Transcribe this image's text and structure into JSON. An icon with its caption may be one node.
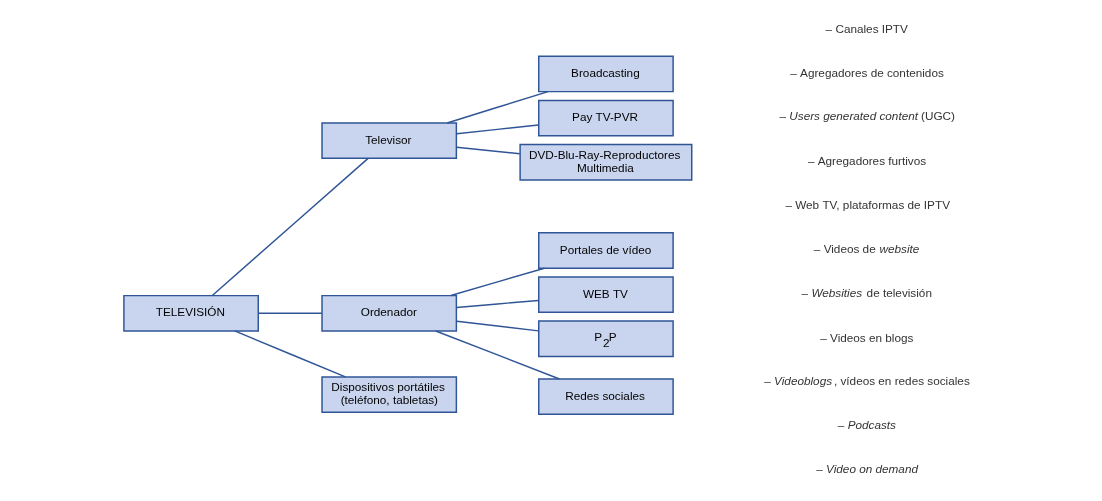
{
  "diagram": {
    "nodes": [
      {
        "text": [
          "TELEVISIÓN"
        ]
      },
      {
        "text": [
          "Televisor"
        ]
      },
      {
        "text": [
          "Broadcasting"
        ]
      },
      {
        "text": [
          "Pay TV-PVR"
        ]
      },
      {
        "text": [
          "DVD-Blu-Ray-Reproductores Multimedia"
        ]
      },
      {
        "text": [
          "Ordenador"
        ]
      },
      {
        "text": [
          "Portales de vídeo"
        ]
      },
      {
        "text": [
          "WEB TV"
        ]
      },
      {
        "text": [
          "P$_{2}$P"
        ]
      },
      {
        "text": [
          "Redes sociales"
        ]
      },
      {
        "text": [
          "Dispositivos portátiles (teléfono, tabletas)"
        ]
      }
    ],
    "edges": [
      {
        "from": 0,
        "to": 1,
        "arrow": "none"
      },
      {
        "from": 0,
        "to": 5,
        "arrow": "none"
      },
      {
        "from": 0,
        "to": 10,
        "arrow": "none"
      },
      {
        "from": 1,
        "to": 2,
        "arrow": "none"
      },
      {
        "from": 1,
        "to": 3,
        "arrow": "none"
      },
      {
        "from": 1,
        "to": 4,
        "arrow": "none"
      },
      {
        "from": 5,
        "to": 6,
        "arrow": "none"
      },
      {
        "from": 5,
        "to": 7,
        "arrow": "none"
      },
      {
        "from": 5,
        "to": 8,
        "arrow": "none"
      },
      {
        "from": 5,
        "to": 9,
        "arrow": "none"
      }
    ],
    "labels": [
      "– Canales IPTV",
      "– Agregadores de contenidos",
      "– *Users generated content* (UGC)",
      "– Agregadores furtivos",
      "– Web TV, plataformas de IPTV",
      "– Videos de *website*",
      "– *Websities* de televisión",
      "– Videos en blogs",
      "– *Videoblogs*, vídeos en redes sociales",
      "– *Podcasts*",
      "– *Video on demand*"
    ]
  }
}
